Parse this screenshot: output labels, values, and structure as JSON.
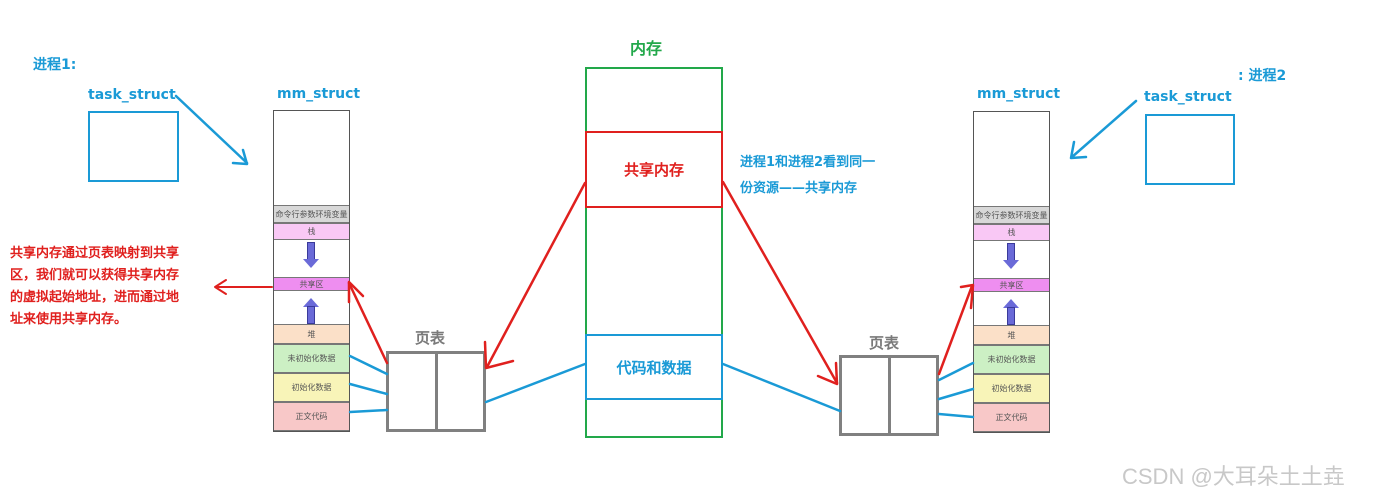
{
  "process1": {
    "label": "进程1:",
    "task_struct_label": "task_struct",
    "mm_struct_label": "mm_struct",
    "segments": [
      {
        "name": "cmdline-env",
        "label": "命令行参数环境变量",
        "color": "#d8d8d8"
      },
      {
        "name": "stack",
        "label": "栈",
        "color": "#f9c8f5"
      },
      {
        "name": "shared-region",
        "label": "共享区",
        "color": "#ee8ef0"
      },
      {
        "name": "heap",
        "label": "堆",
        "color": "#fbe0c8"
      },
      {
        "name": "uninit-data",
        "label": "未初始化数据",
        "color": "#ccf0c4"
      },
      {
        "name": "init-data",
        "label": "初始化数据",
        "color": "#f8f4b8"
      },
      {
        "name": "text-code",
        "label": "正文代码",
        "color": "#f8c8c8"
      }
    ]
  },
  "process2": {
    "label": ": 进程2",
    "task_struct_label": "task_struct",
    "mm_struct_label": "mm_struct",
    "segments": [
      {
        "name": "cmdline-env",
        "label": "命令行参数环境变量",
        "color": "#d8d8d8"
      },
      {
        "name": "stack",
        "label": "栈",
        "color": "#f9c8f5"
      },
      {
        "name": "shared-region",
        "label": "共享区",
        "color": "#ee8ef0"
      },
      {
        "name": "heap",
        "label": "堆",
        "color": "#fbe0c8"
      },
      {
        "name": "uninit-data",
        "label": "未初始化数据",
        "color": "#ccf0c4"
      },
      {
        "name": "init-data",
        "label": "初始化数据",
        "color": "#f8f4b8"
      },
      {
        "name": "text-code",
        "label": "正文代码",
        "color": "#f8c8c8"
      }
    ]
  },
  "page_table_left": {
    "label": "页表"
  },
  "page_table_right": {
    "label": "页表"
  },
  "memory": {
    "title": "内存",
    "shared_memory_label": "共享内存",
    "code_data_label": "代码和数据"
  },
  "annotations": {
    "left_note": [
      "共享内存通过页表映射到共享",
      "区，我们就可以获得共享内存",
      "的虚拟起始地址，进而通过地",
      "址来使用共享内存。"
    ],
    "center_note": [
      "进程1和进程2看到同一",
      "份资源——共享内存"
    ]
  },
  "watermark": "CSDN @大耳朵土土垚",
  "colors": {
    "blue": "#1a9ad6",
    "red": "#e0201e",
    "green": "#22a84a",
    "gray": "#808080"
  }
}
